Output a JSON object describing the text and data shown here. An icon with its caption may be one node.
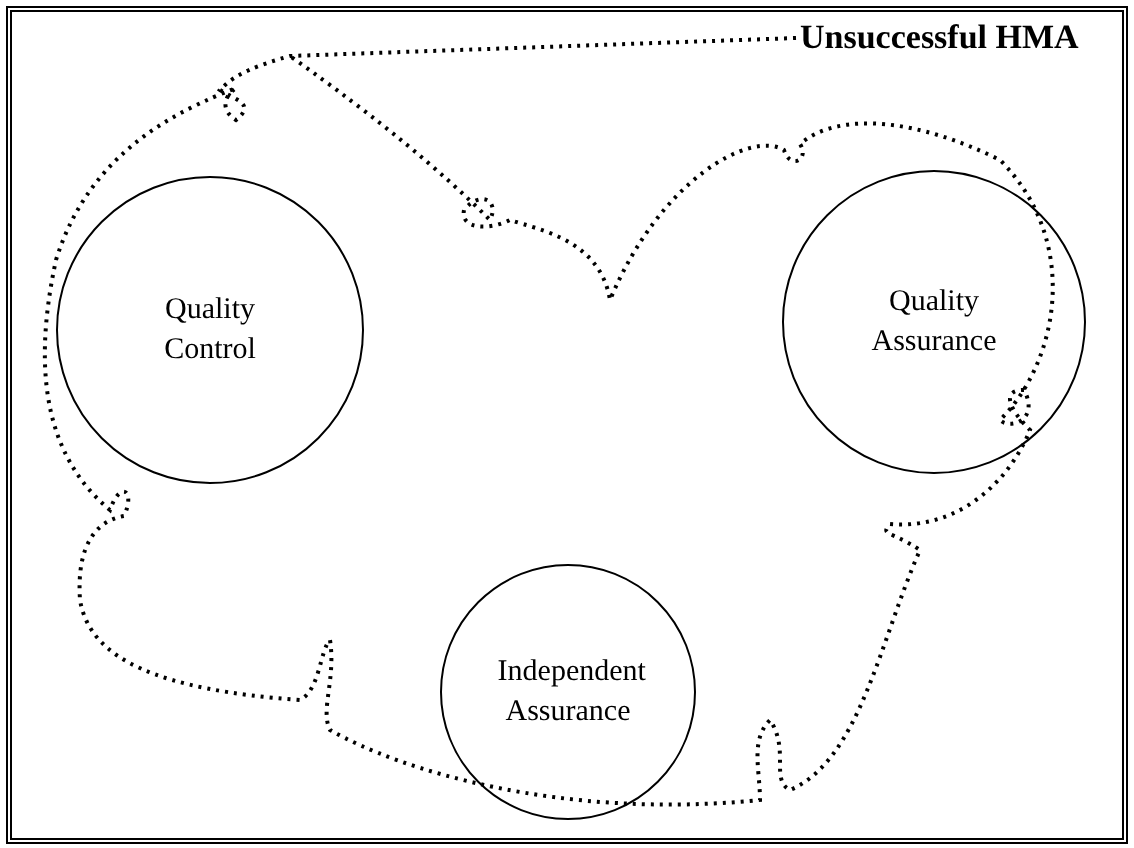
{
  "diagram": {
    "nodes": [
      {
        "text": [
          "Quality Control"
        ]
      },
      {
        "text": [
          "Quality Assurance"
        ]
      },
      {
        "text": [
          "Independent Assurance"
        ]
      }
    ],
    "edges": [],
    "labels": [
      "Unsuccessful HMA"
    ]
  }
}
